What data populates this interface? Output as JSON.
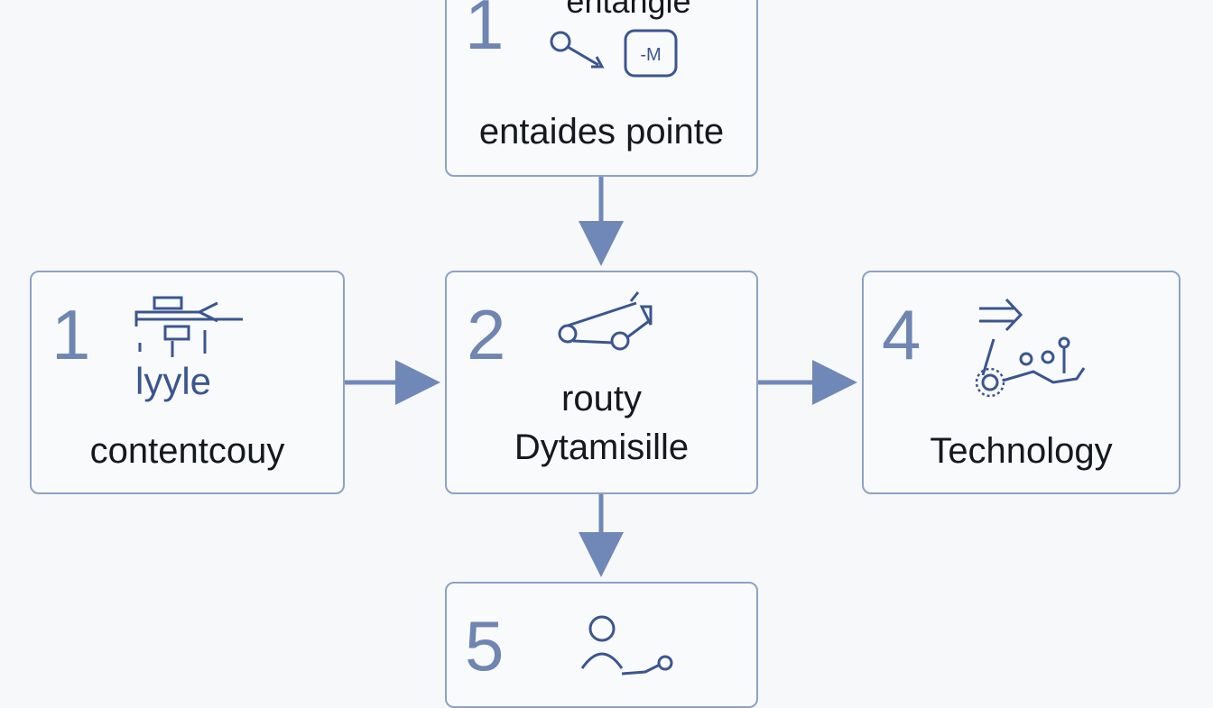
{
  "diagram": {
    "top": {
      "number": "1",
      "title": "entangle",
      "label": "entaides pointe"
    },
    "left": {
      "number": "1",
      "sub": "lyyle",
      "label": "contentcouy"
    },
    "center": {
      "number": "2",
      "label_line1": "routy",
      "label_line2": "Dytamisille"
    },
    "right": {
      "number": "4",
      "label": "Technology"
    },
    "bottom": {
      "number": "5"
    }
  },
  "icons": {
    "top": "node-to-box-icon",
    "top_box_text": "-M",
    "left": "flow-arrow-icon",
    "center": "linkage-icon",
    "right": "gear-network-icon",
    "bottom": "person-network-icon"
  },
  "colors": {
    "border": "#8da2c6",
    "arrow": "#7088b8",
    "number": "#6f85b2",
    "icon": "#3a568f",
    "text": "#15181e"
  }
}
